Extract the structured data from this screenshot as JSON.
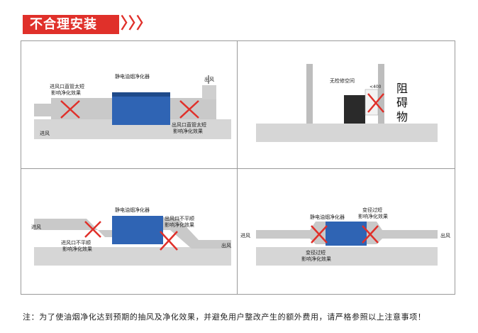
{
  "header": {
    "title": "不合理安装",
    "chevrons": "〉〉〉"
  },
  "panel1": {
    "device_label": "静电油烟净化器",
    "inlet_note_line1": "进风口直管太短",
    "inlet_note_line2": "影响净化效果",
    "outlet_note_line1": "出风口直管太短",
    "outlet_note_line2": "影响净化效果",
    "in_label": "进风",
    "out_label": "出风"
  },
  "panel2": {
    "space_label": "无检修空间",
    "dim_label": "<400",
    "obstacle_label": [
      "阻",
      "碍",
      "物"
    ]
  },
  "panel3": {
    "device_label": "静电油烟净化器",
    "in_label": "进风",
    "out_label": "出风",
    "inlet_note_line1": "进风口不平顺",
    "inlet_note_line2": "影响净化效果",
    "outlet_note_line1": "出风口不平顺",
    "outlet_note_line2": "影响净化效果"
  },
  "panel4": {
    "device_label": "静电油烟净化器",
    "in_label": "进风",
    "out_label": "出风",
    "top_note_line1": "变径过短",
    "top_note_line2": "影响净化效果",
    "bottom_note_line1": "变径过短",
    "bottom_note_line2": "影响净化效果"
  },
  "footer": {
    "note": "注：为了使油烟净化达到预期的抽风及净化效果，并避免用户整改产生的额外费用，请严格参照以上注意事项！"
  },
  "colors": {
    "accent": "#e0302a",
    "device": "#2f64b4",
    "duct": "#c8c8c8",
    "floor": "#d4d4d4"
  }
}
